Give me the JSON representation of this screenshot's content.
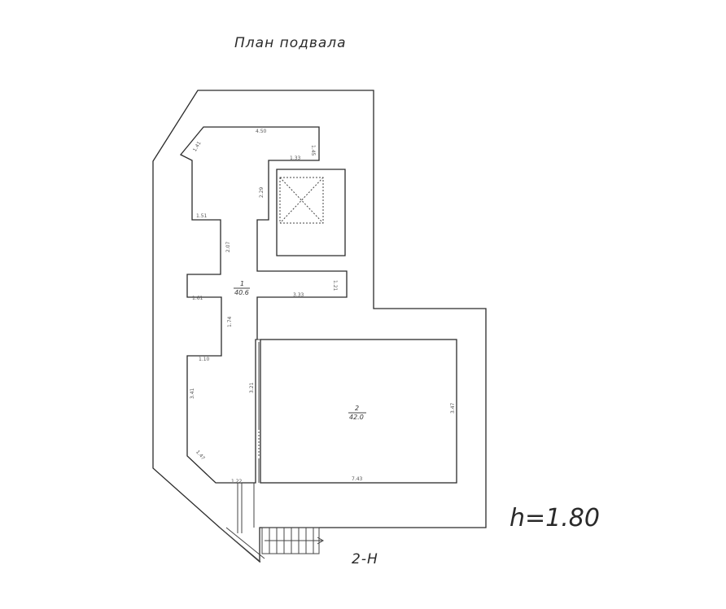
{
  "title": "План подвала",
  "height_label": "h=1.80",
  "section_label": "2-Н",
  "rooms": [
    {
      "number": "1",
      "area": "40.6"
    },
    {
      "number": "2",
      "area": "42.0"
    }
  ],
  "dimensions": {
    "top": "4.50",
    "top_left_diag": "1.41",
    "right_top": "1.45",
    "step": "1.33",
    "shaft_side": "2.29",
    "left_upper": "1.51",
    "corridor_upper": "2.07",
    "left_mid": "1.61",
    "corridor_width": "3.33",
    "right_mid": "1.21",
    "corridor_lower": "1.74",
    "left_lower_short": "1.10",
    "left_lower": "3.41",
    "room2_left": "3.21",
    "room2_right": "3.47",
    "room2_bottom": "7.43",
    "bottom_diag": "1.47",
    "stair_width": "1.22"
  },
  "icons": {
    "shaft": "elevator-shaft-icon",
    "stair": "stair-icon"
  }
}
